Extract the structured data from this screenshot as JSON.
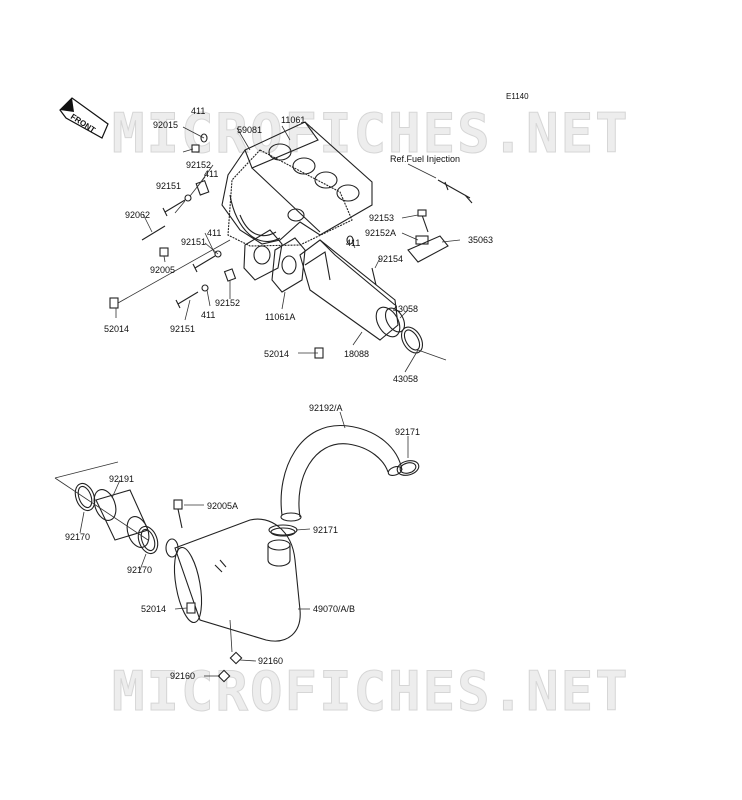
{
  "diagram_code": "E1140",
  "watermark": "MICROFICHES.NET",
  "front_label": "FRONT",
  "ref_label": "Ref.Fuel Injection",
  "labels": {
    "l411a": "411",
    "l92015": "92015",
    "l59081": "59081",
    "l11061": "11061",
    "l92152a": "92152",
    "l411b": "411",
    "l92151a": "92151",
    "l92062": "92062",
    "l411c": "411",
    "l92151b": "92151",
    "l92005": "92005",
    "l52014a": "52014",
    "l92151c": "92151",
    "l411d": "411",
    "l92152b": "92152",
    "l11061a": "11061A",
    "l92153": "92153",
    "l92152A": "92152A",
    "l35063": "35063",
    "l411e": "411",
    "l92154": "92154",
    "l43058a": "43058",
    "l43058b": "43058",
    "l52014b": "52014",
    "l18088": "18088",
    "l92192": "92192/A",
    "l92171a": "92171",
    "l92191": "92191",
    "l92005A": "92005A",
    "l92170a": "92170",
    "l92171b": "92171",
    "l92170b": "92170",
    "l52014c": "52014",
    "l49070": "49070/A/B",
    "l92160a": "92160",
    "l92160b": "92160"
  }
}
